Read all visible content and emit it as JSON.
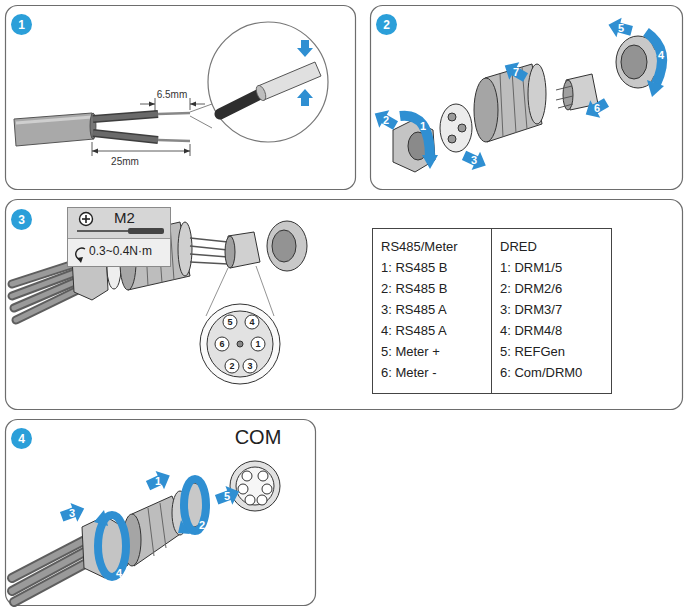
{
  "diagram": {
    "nodes": [
      {
        "text": [
          "1"
        ]
      },
      {
        "text": [
          "2"
        ]
      },
      {
        "text": [
          "3"
        ]
      },
      {
        "text": [
          "M2",
          "0.3~0.4N·m"
        ]
      },
      {
        "text": [
          "RS485/Meter",
          "1: RS485 B",
          "2: RS485 B",
          "3: RS485 A",
          "4: RS485 A",
          "5: Meter +",
          "6: Meter -",
          "DRED",
          "1: DRM1/5",
          "2: DRM2/6",
          "3: DRM3/7",
          "4: DRM4/8",
          "5: REFGen",
          "6: Com/DRM0"
        ]
      },
      {
        "text": [
          "4"
        ]
      }
    ],
    "labels": [
      "6.5mm",
      "25mm",
      "1",
      "2",
      "3",
      "4",
      "5",
      "6",
      "7",
      "5",
      "4",
      "6",
      "1",
      "2",
      "3",
      "COM",
      "1",
      "2",
      "3",
      "4",
      "5"
    ]
  }
}
